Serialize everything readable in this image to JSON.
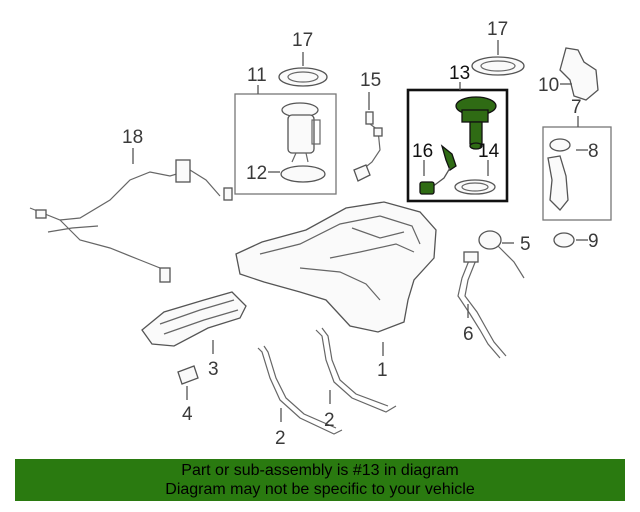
{
  "callouts": {
    "c1": "1",
    "c2a": "2",
    "c2b": "2",
    "c3": "3",
    "c4": "4",
    "c5": "5",
    "c6": "6",
    "c7": "7",
    "c8": "8",
    "c9": "9",
    "c10": "10",
    "c11": "11",
    "c12": "12",
    "c13": "13",
    "c14": "14",
    "c15": "15",
    "c16": "16",
    "c17a": "17",
    "c17b": "17",
    "c18": "18"
  },
  "highlight": {
    "part_number": "13",
    "color": "#2a7a10"
  },
  "banner": {
    "line1": "Part or sub-assembly is #13 in diagram",
    "line2": "Diagram may not be specific to your vehicle"
  }
}
